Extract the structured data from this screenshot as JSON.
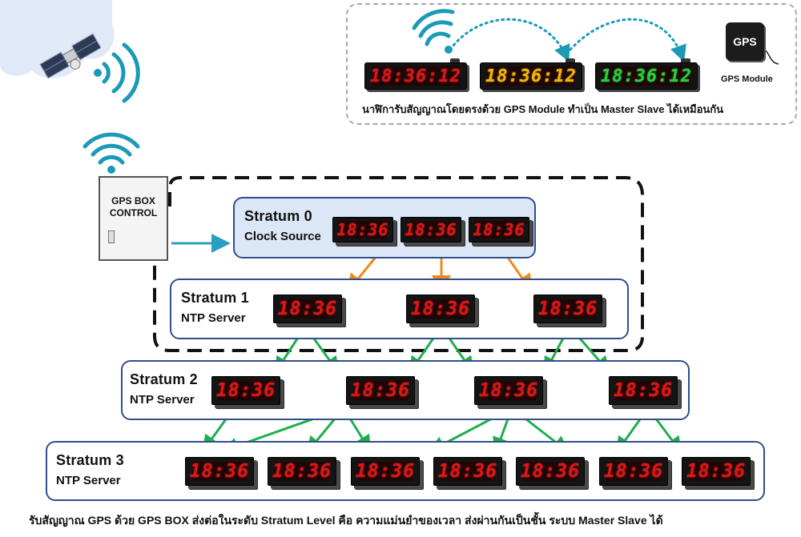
{
  "inset": {
    "caption": "นาฬิการับสัญญาณโดยตรงด้วย GPS Module ทำเป็น Master Slave ได้เหมือนกัน",
    "gps_module_label": "GPS Module",
    "gps_module_icon_text": "GPS",
    "clocks": [
      {
        "time": "18:36:12",
        "color": "#e31b1b"
      },
      {
        "time": "18:36:12",
        "color": "#f2b705"
      },
      {
        "time": "18:36:12",
        "color": "#22d33c"
      }
    ]
  },
  "gps_box": {
    "label_line1": "GPS BOX",
    "label_line2": "CONTROL"
  },
  "strata": [
    {
      "title": "Stratum 0",
      "subtitle": "Clock Source",
      "clocks": [
        "18:36",
        "18:36",
        "18:36"
      ]
    },
    {
      "title": "Stratum 1",
      "subtitle": "NTP Server",
      "clocks": [
        "18:36",
        "18:36",
        "18:36"
      ]
    },
    {
      "title": "Stratum 2",
      "subtitle": "NTP Server",
      "clocks": [
        "18:36",
        "18:36",
        "18:36",
        "18:36"
      ]
    },
    {
      "title": "Stratum 3",
      "subtitle": "NTP Server",
      "clocks": [
        "18:36",
        "18:36",
        "18:36",
        "18:36",
        "18:36",
        "18:36",
        "18:36"
      ]
    }
  ],
  "footer_caption": "รับสัญญาณ GPS ด้วย GPS BOX ส่งต่อในระดับ Stratum Level คือ ความแม่นยำของเวลา ส่งผ่านกันเป็นชั้น ระบบ Master Slave ได้",
  "colors": {
    "orange_arrow": "#f0891e",
    "green_arrow": "#1fae4b",
    "blue_arrow": "#2a9fc4",
    "signal_teal": "#1b9ab8",
    "stratum0_fill": "#dbe6f6",
    "stratum_border": "#2f4f8a"
  }
}
